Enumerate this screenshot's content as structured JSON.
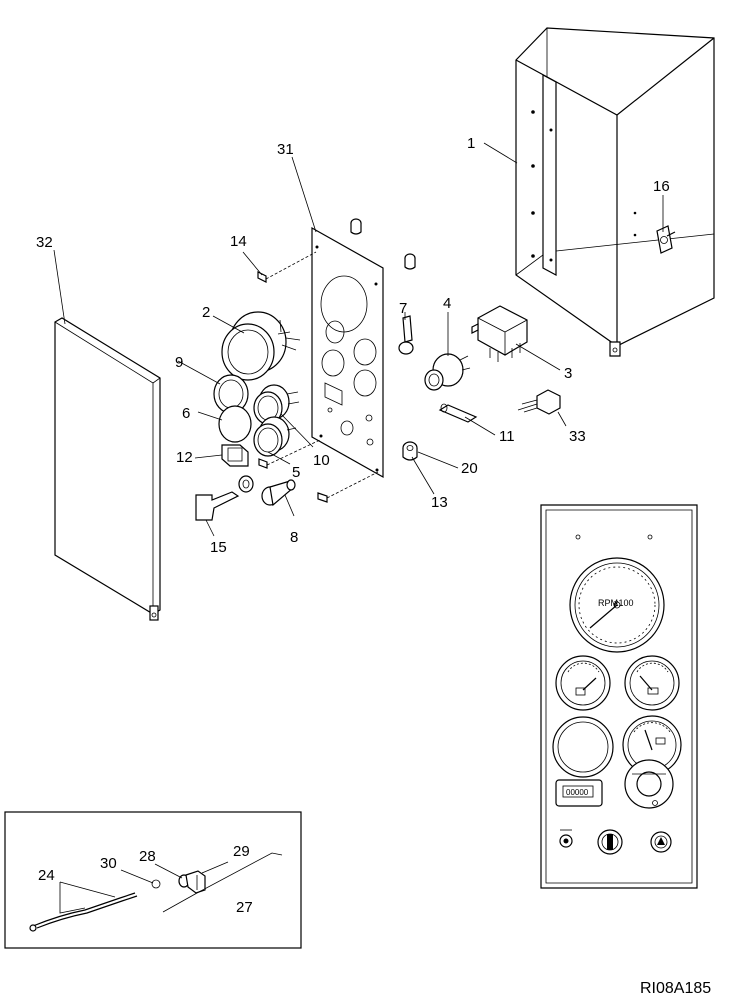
{
  "figure": {
    "reference_code": "RI08A185",
    "callouts": [
      {
        "key": "c1",
        "label": "1"
      },
      {
        "key": "c2",
        "label": "2"
      },
      {
        "key": "c3",
        "label": "3"
      },
      {
        "key": "c4",
        "label": "4"
      },
      {
        "key": "c5",
        "label": "5"
      },
      {
        "key": "c6",
        "label": "6"
      },
      {
        "key": "c7",
        "label": "7"
      },
      {
        "key": "c8",
        "label": "8"
      },
      {
        "key": "c9",
        "label": "9"
      },
      {
        "key": "c10",
        "label": "10"
      },
      {
        "key": "c11",
        "label": "11"
      },
      {
        "key": "c12",
        "label": "12"
      },
      {
        "key": "c13",
        "label": "13"
      },
      {
        "key": "c14",
        "label": "14"
      },
      {
        "key": "c15",
        "label": "15"
      },
      {
        "key": "c16",
        "label": "16"
      },
      {
        "key": "c20",
        "label": "20"
      },
      {
        "key": "c24",
        "label": "24"
      },
      {
        "key": "c27",
        "label": "27"
      },
      {
        "key": "c28",
        "label": "28"
      },
      {
        "key": "c29",
        "label": "29"
      },
      {
        "key": "c30",
        "label": "30"
      },
      {
        "key": "c31",
        "label": "31"
      },
      {
        "key": "c32",
        "label": "32"
      },
      {
        "key": "c33",
        "label": "33"
      }
    ]
  }
}
